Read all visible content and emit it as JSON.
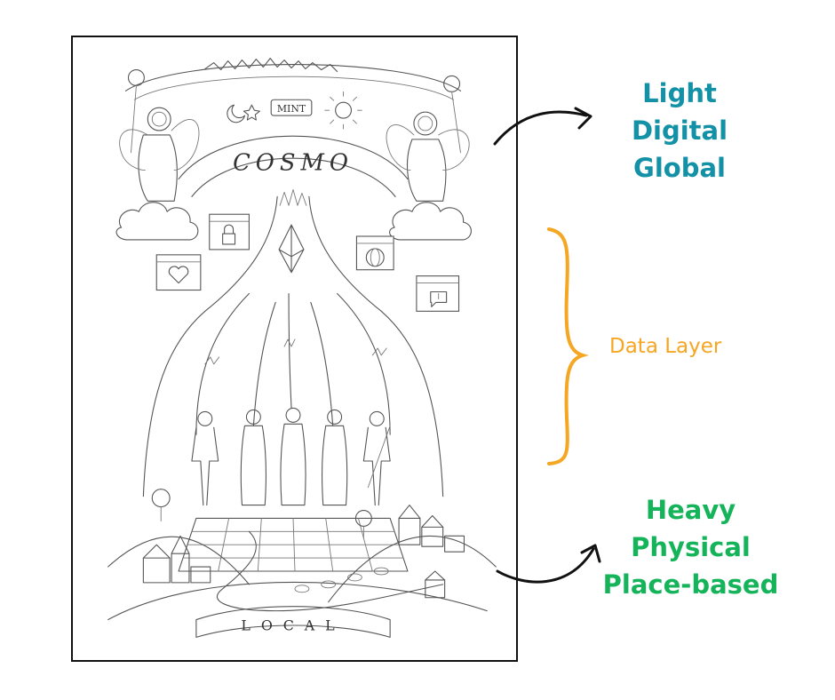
{
  "illustration": {
    "banner_top": "COSMO",
    "banner_bottom": "LOCAL",
    "sign": "MINT"
  },
  "labels": {
    "top": "Light\nDigital\nGlobal",
    "middle": "Data Layer",
    "bottom": "Heavy\nPhysical\nPlace-based"
  },
  "colors": {
    "top": "#1391a6",
    "middle": "#f5a623",
    "bottom": "#15b45a",
    "arrow": "#111111",
    "sketch": "#555555"
  }
}
